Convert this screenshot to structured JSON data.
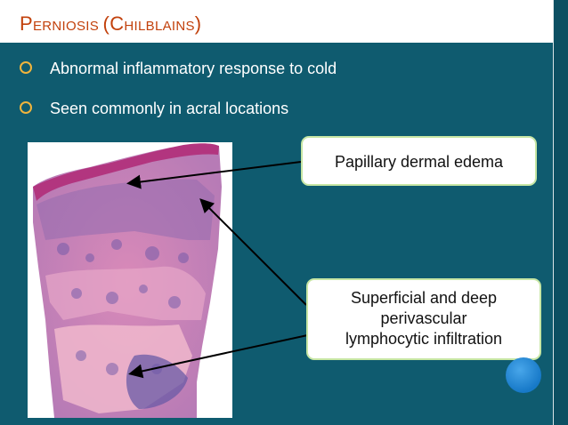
{
  "slide": {
    "title_caps": [
      "P",
      "C"
    ],
    "title_rest": [
      "ERNIOSIS ",
      "(",
      "HILBLAINS",
      ")"
    ],
    "title": "PERNIOSIS (CHILBLAINS)",
    "bullets": [
      "Abnormal  inflammatory response to cold",
      "Seen commonly in acral locations"
    ],
    "image": {
      "description_name": "histology-micrograph"
    },
    "callouts": [
      {
        "lines": [
          "Papillary dermal edema"
        ]
      },
      {
        "lines": [
          "Superficial and deep",
          "perivascular",
          "lymphocytic infiltration"
        ]
      }
    ]
  },
  "colors": {
    "background": "#0f5b6f",
    "title": "#c2410c",
    "bullet_ring": "#f0b43c",
    "callout_border": "#c7e6a4"
  }
}
